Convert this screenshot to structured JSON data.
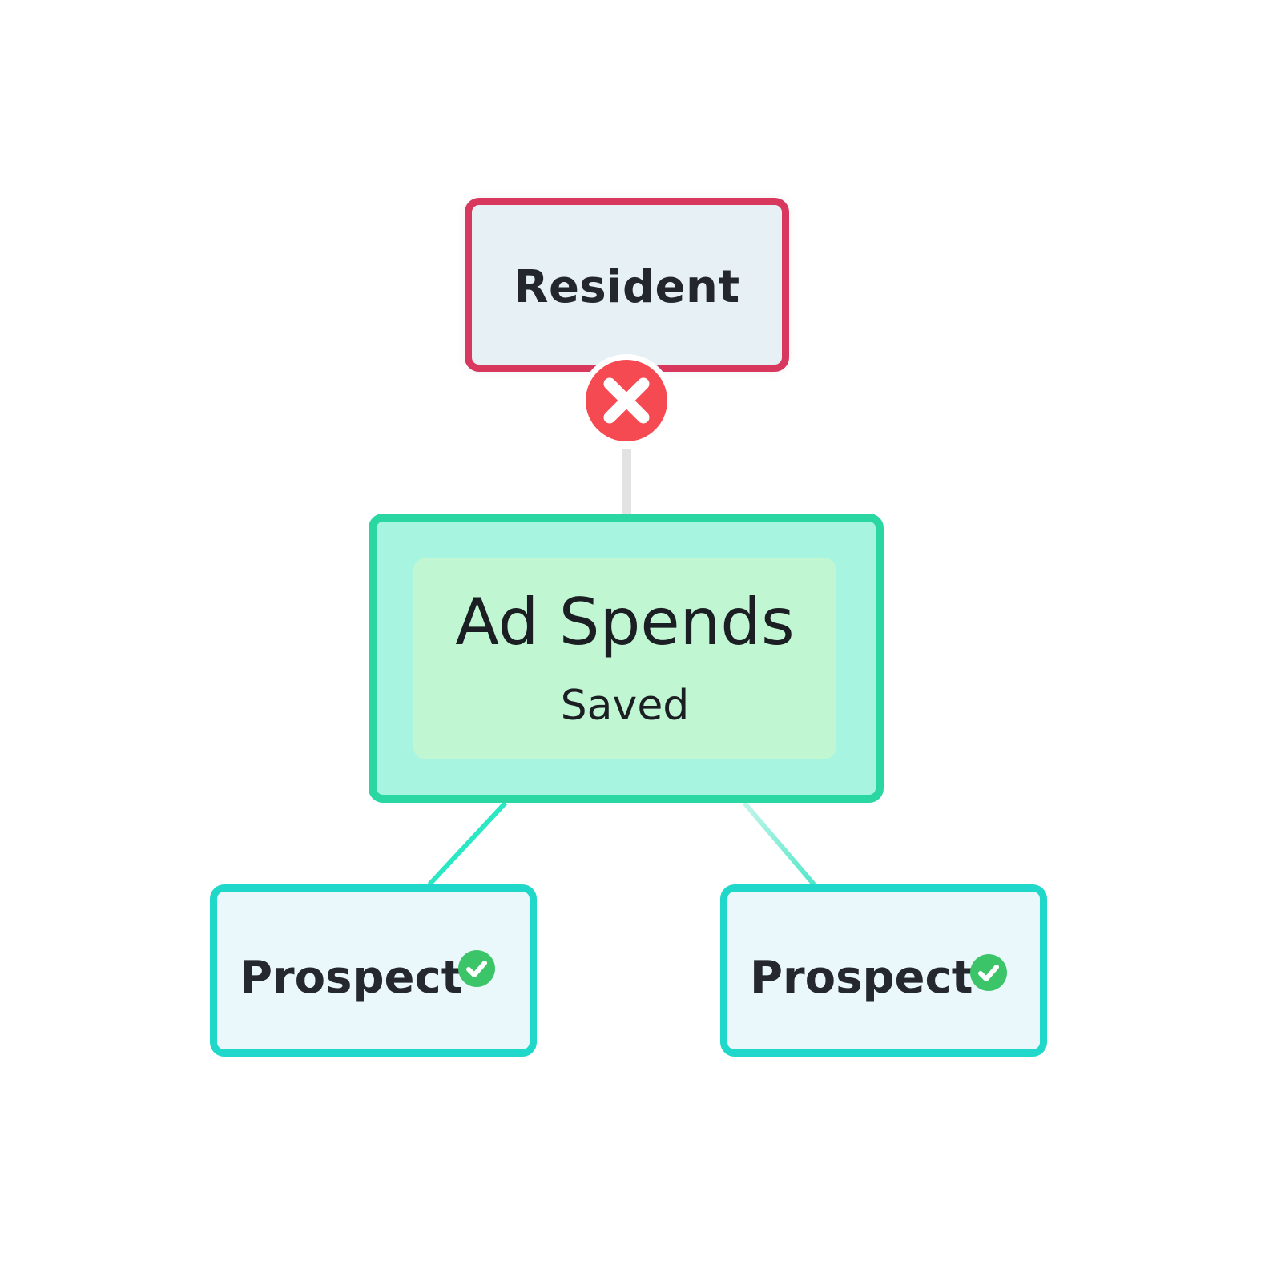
{
  "diagram": {
    "nodes": {
      "resident": {
        "label": "Resident",
        "status": "error"
      },
      "ad_spends": {
        "title": "Ad Spends",
        "subtitle": "Saved"
      },
      "prospect_left": {
        "label": "Prospect",
        "status": "success"
      },
      "prospect_right": {
        "label": "Prospect",
        "status": "success"
      }
    },
    "edges": [
      {
        "from": "resident",
        "to": "ad_spends",
        "status": "broken"
      },
      {
        "from": "ad_spends",
        "to": "prospect_left",
        "status": "ok"
      },
      {
        "from": "ad_spends",
        "to": "prospect_right",
        "status": "ok"
      }
    ],
    "icons": {
      "error": "close-circle-icon",
      "success": "check-circle-icon"
    },
    "colors": {
      "resident_border": "#d9385e",
      "resident_fill": "#e6f0f5",
      "main_border": "#2ad7a2",
      "main_fill": "#a7f5e0",
      "main_inner_fill": "#c1f6d3",
      "prospect_border": "#1fd8ca",
      "prospect_fill": "#eaf8fc",
      "error_red": "#f54a52",
      "success_green": "#3cc469",
      "connector_gray": "#e2e2e2"
    }
  }
}
